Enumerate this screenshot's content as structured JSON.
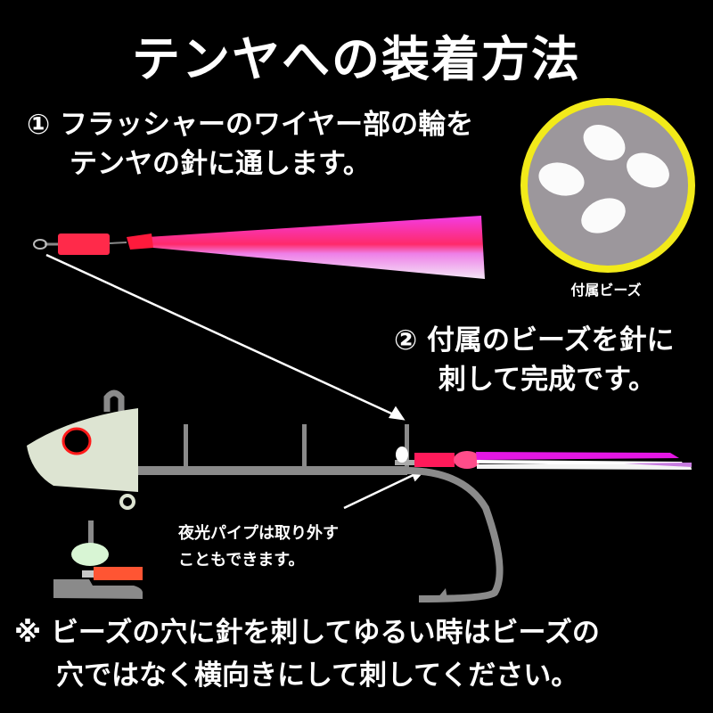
{
  "title": "テンヤへの装着方法",
  "step1": {
    "number": "①",
    "line1": "フラッシャーのワイヤー部の輪を",
    "line2": "テンヤの針に通します。"
  },
  "step2": {
    "number": "②",
    "line1": "付属のビーズを針に",
    "line2": "刺して完成です。"
  },
  "beads": {
    "label": "付属ビーズ",
    "ring_color": "#f2ea1a",
    "bg_color": "#9c979c"
  },
  "pipe_note": {
    "line1": "夜光パイプは取り外す",
    "line2": "こともできます。"
  },
  "footer": {
    "mark": "※",
    "line1": "ビーズの穴に針を刺してゆるい時はビーズの",
    "line2": "穴ではなく横向きにして刺してください。"
  },
  "colors": {
    "background": "#000000",
    "text": "#ffffff",
    "flasher_red": "#ff1a3c",
    "flasher_pink": "#ee3fe0",
    "hook_gray": "#8a8a8a",
    "head_glow": "#dde4d2",
    "pipe_red": "#ff5533",
    "pipe_glow": "#d8f5d4"
  }
}
